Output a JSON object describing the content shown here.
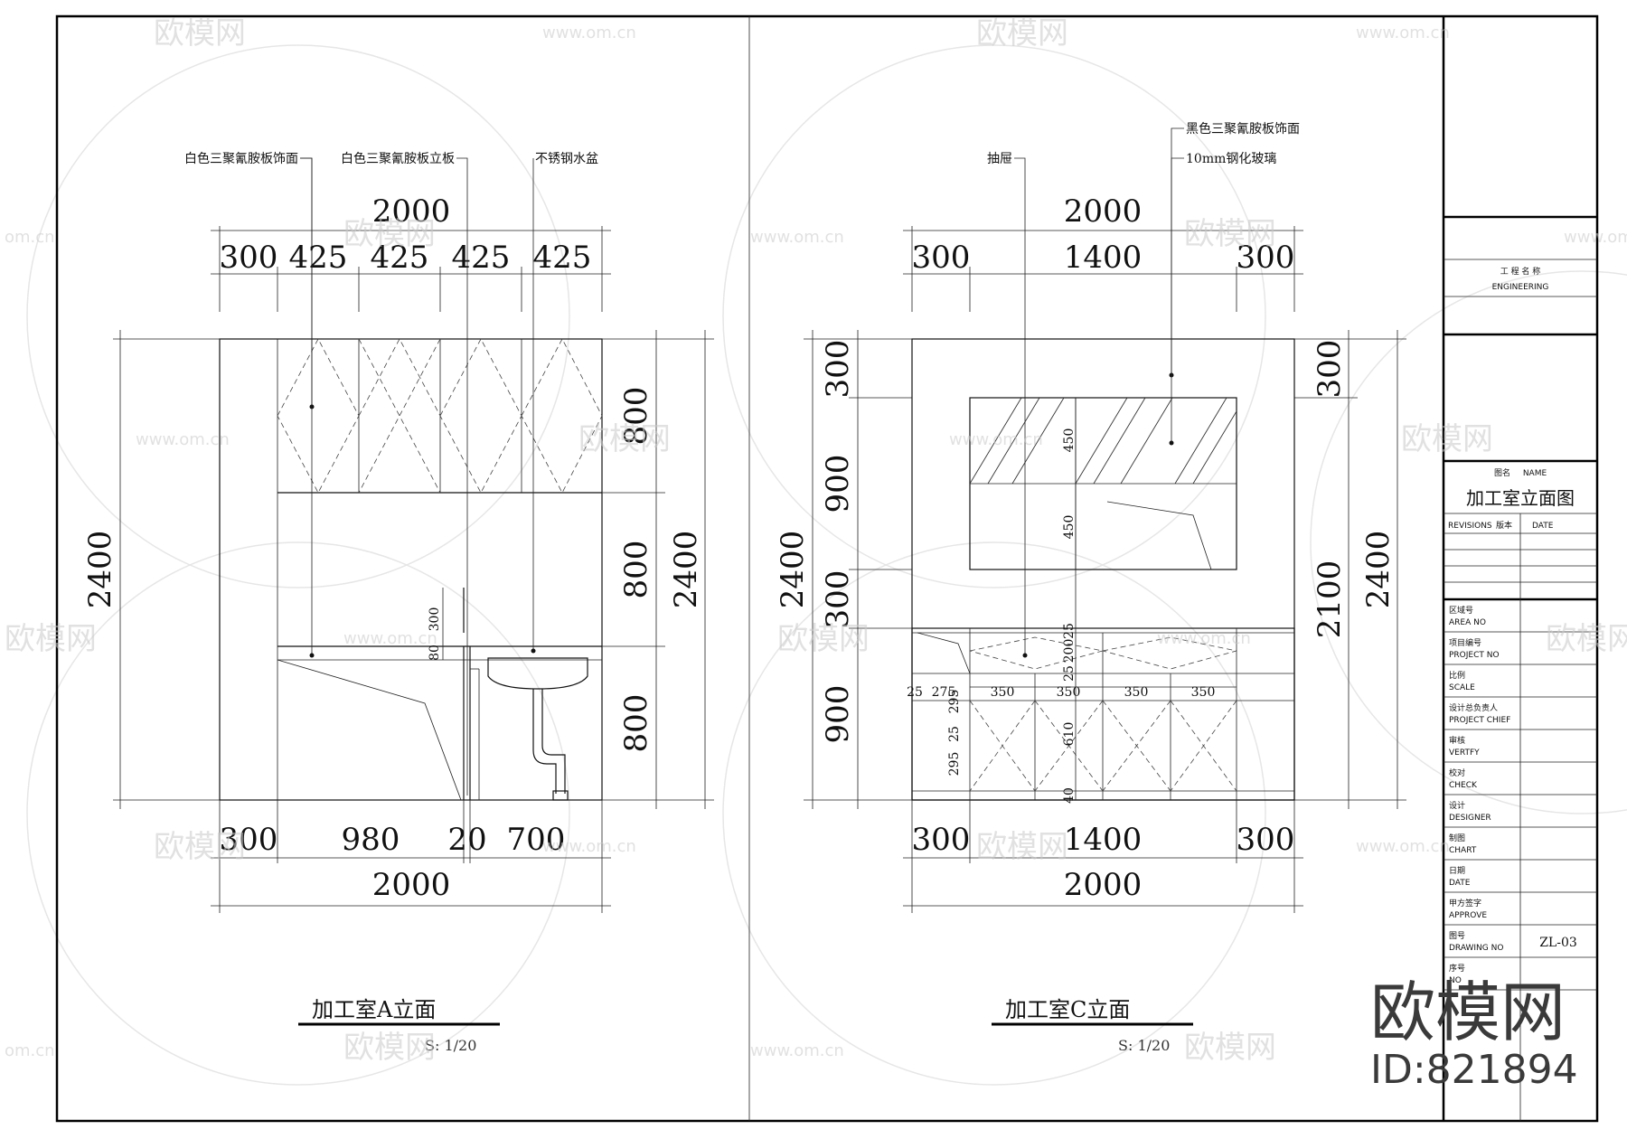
{
  "titles": {
    "elevation_a": "加工室A立面",
    "elevation_c": "加工室C立面",
    "scale_a": "S: 1/20",
    "scale_c": "S: 1/20"
  },
  "elevation_a": {
    "top_total": "2000",
    "top_segments": [
      "300",
      "425",
      "425",
      "425",
      "425"
    ],
    "bottom_segments": [
      "300",
      "980",
      "20",
      "700"
    ],
    "bottom_total": "2000",
    "left_total": "2400",
    "right_segments": [
      "800",
      "800",
      "800"
    ],
    "right_total": "2400",
    "small_dims": [
      "300",
      "80"
    ],
    "callouts": [
      "白色三聚氰胺板饰面",
      "白色三聚氰胺板立板",
      "不锈钢水盆"
    ]
  },
  "elevation_c": {
    "top_total": "2000",
    "top_segments": [
      "300",
      "1400",
      "300"
    ],
    "bottom_segments": [
      "300",
      "1400",
      "300"
    ],
    "bottom_total": "2000",
    "left_total": "2400",
    "left_segments": [
      "300",
      "900",
      "300",
      "900"
    ],
    "right_segments": [
      "300",
      "2100"
    ],
    "right_total": "2400",
    "inner_vertical": [
      "450",
      "450",
      "25",
      "200",
      "25",
      "610",
      "40"
    ],
    "drawer_widths": [
      "350",
      "350",
      "350",
      "350"
    ],
    "side_small": [
      "25",
      "275",
      "295",
      "25",
      "295"
    ],
    "callouts": [
      "抽屉",
      "黑色三聚氰胺板饰面",
      "10mm钢化玻璃"
    ]
  },
  "title_block": {
    "project_cn": "工  程  名  称",
    "project_en": "ENGINEERING",
    "drawing_name_cn": "图名",
    "drawing_name_en": "NAME",
    "drawing_name": "加工室立面图",
    "revisions": "REVISIONS",
    "revisions_cn": "版本",
    "date_header": "DATE",
    "rows": [
      {
        "cn": "区域号",
        "en": "AREA NO",
        "value": ""
      },
      {
        "cn": "项目编号",
        "en": "PROJECT NO",
        "value": ""
      },
      {
        "cn": "比例",
        "en": "SCALE",
        "value": ""
      },
      {
        "cn": "设计总负责人",
        "en": "PROJECT CHIEF",
        "value": ""
      },
      {
        "cn": "审核",
        "en": "VERTFY",
        "value": ""
      },
      {
        "cn": "校对",
        "en": "CHECK",
        "value": ""
      },
      {
        "cn": "设计",
        "en": "DESIGNER",
        "value": ""
      },
      {
        "cn": "制图",
        "en": "CHART",
        "value": ""
      },
      {
        "cn": "日期",
        "en": "DATE",
        "value": ""
      },
      {
        "cn": "甲方签字",
        "en": "APPROVE",
        "value": ""
      },
      {
        "cn": "图号",
        "en": "DRAWING NO",
        "value": "ZL-03"
      },
      {
        "cn": "序号",
        "en": "NO",
        "value": ""
      }
    ]
  },
  "watermark": {
    "brand": "欧模网",
    "url": "www.om.cn",
    "short": "om.cn",
    "id": "ID:821894"
  }
}
